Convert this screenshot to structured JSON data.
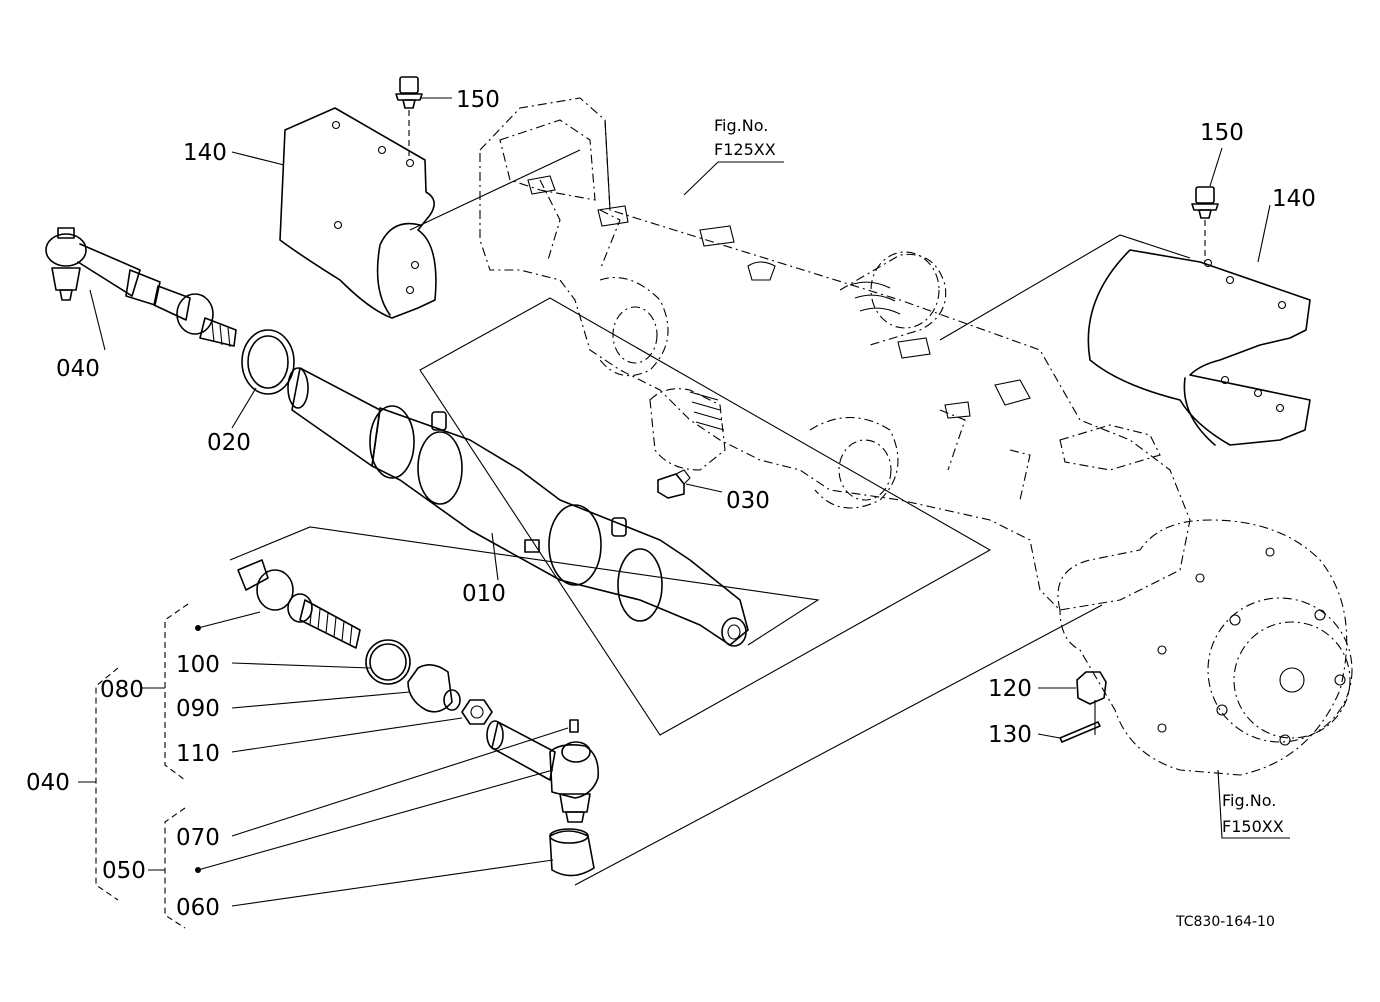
{
  "labels": {
    "p150a": "150",
    "p140a": "140",
    "p040a": "040",
    "p020": "020",
    "p010": "010",
    "p030": "030",
    "p150b": "150",
    "p140b": "140",
    "p120": "120",
    "p130": "130",
    "p100": "100",
    "p080": "080",
    "p090": "090",
    "p110": "110",
    "p040b": "040",
    "p070": "070",
    "p050": "050",
    "p060": "060"
  },
  "figure_refs": {
    "fig_a_line1": "Fig.No.",
    "fig_a_line2": "F125XX",
    "fig_b_line1": "Fig.No.",
    "fig_b_line2": "F150XX"
  },
  "drawing_code": "TC830-164-10"
}
